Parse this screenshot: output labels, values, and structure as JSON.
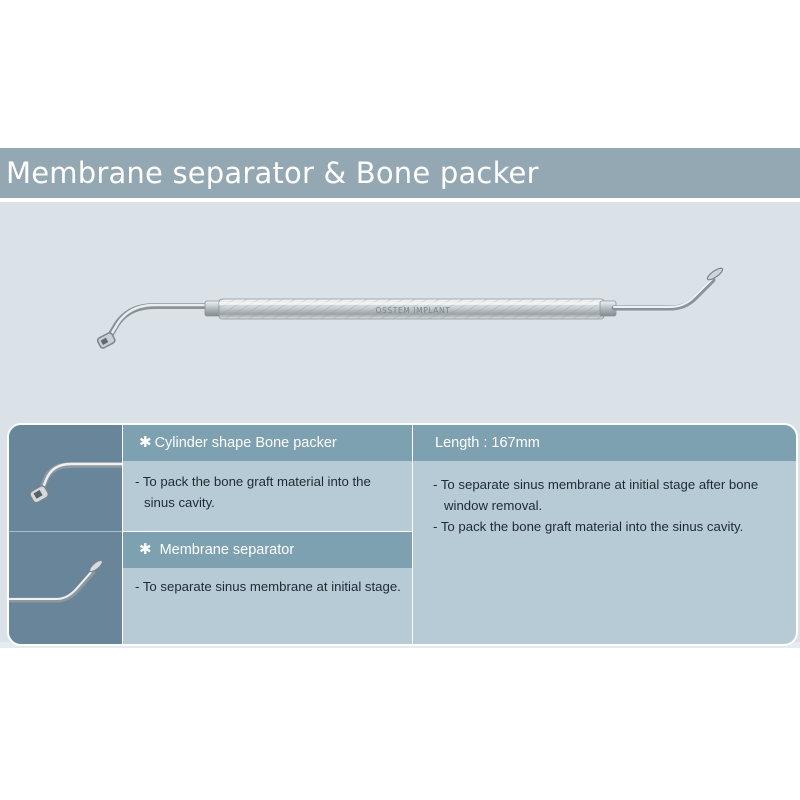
{
  "header": {
    "title": "Membrane separator & Bone packer"
  },
  "instrument": {
    "engraving": "OSSTEM IMPLANT"
  },
  "sections": {
    "bone_packer": {
      "title": "Cylinder shape Bone packer",
      "icon": "asterisk-icon",
      "items": [
        "- To pack the bone graft material into the sinus cavity."
      ]
    },
    "membrane_separator": {
      "title": "Membrane separator",
      "icon": "asterisk-icon",
      "items": [
        "- To separate sinus membrane at initial stage."
      ]
    },
    "specs": {
      "length_label": "Length",
      "length_value": ": 167mm",
      "items": [
        "- To separate sinus membrane at initial stage after bone window removal.",
        "- To pack the bone graft material into the sinus cavity."
      ]
    }
  },
  "colors": {
    "banner": "#93a8b3",
    "stage": "#dae2e8",
    "panel": "#b7cbd6",
    "header_cell": "#7ea1b1",
    "thumbnail": "#68859a"
  }
}
